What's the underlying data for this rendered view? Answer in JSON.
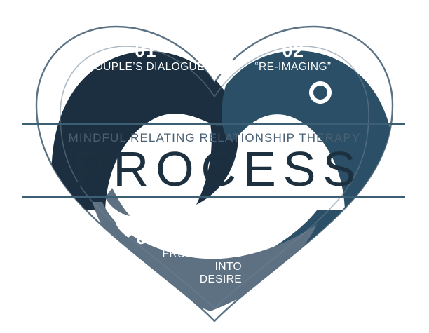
{
  "title": "MINDFUL RELATING RELATIONSHIP THERAPY PROCESS",
  "center": {
    "subtitle": "MINDFUL RELATING RELATIONSHIP THERAPY",
    "main_title": "PROCESS"
  },
  "colors": {
    "step_1_band": "#1b2f40",
    "step_2_band": "#2b4f66",
    "step_3_band": "#5e7183",
    "heart_outline": "#5b7285",
    "rule": "#3d5f73",
    "title_text": "#1d303f",
    "subtitle_text": "#4a6072",
    "label_text": "#ffffff",
    "background": "#ffffff"
  },
  "steps": [
    {
      "number": "01",
      "label": "COUPLE’S DIALOGUE",
      "icon": "speech-bubbles-icon",
      "band_color": "#1b2f40"
    },
    {
      "number": "02",
      "label": "“RE-IMAGING”",
      "icon": "refresh-loop-icon",
      "band_color": "#2b4f66"
    },
    {
      "number": "03",
      "label_lines": [
        "FRUSTRATION",
        "INTO",
        "DESIRE"
      ],
      "icon": "heart-icon",
      "band_color": "#5e7183"
    }
  ]
}
